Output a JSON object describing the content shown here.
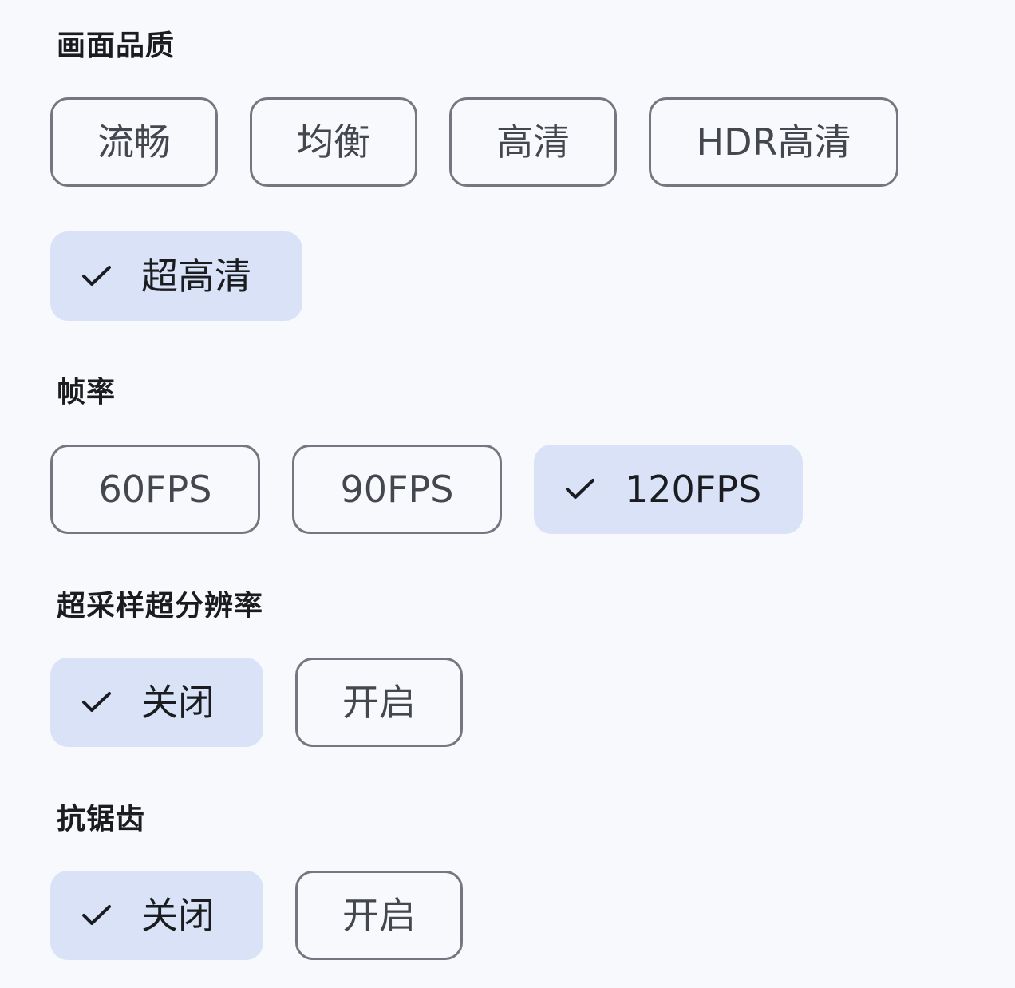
{
  "sections": [
    {
      "title": "画面品质",
      "options": [
        {
          "label": "流畅",
          "selected": false
        },
        {
          "label": "均衡",
          "selected": false
        },
        {
          "label": "高清",
          "selected": false
        },
        {
          "label": "HDR高清",
          "selected": false
        },
        {
          "label": "超高清",
          "selected": true
        }
      ]
    },
    {
      "title": "帧率",
      "options": [
        {
          "label": "60FPS",
          "selected": false
        },
        {
          "label": "90FPS",
          "selected": false
        },
        {
          "label": "120FPS",
          "selected": true
        }
      ]
    },
    {
      "title": "超采样超分辨率",
      "options": [
        {
          "label": "关闭",
          "selected": true
        },
        {
          "label": "开启",
          "selected": false
        }
      ]
    },
    {
      "title": "抗锯齿",
      "options": [
        {
          "label": "关闭",
          "selected": true
        },
        {
          "label": "开启",
          "selected": false
        }
      ]
    }
  ],
  "icons": {
    "selected_marker": "check-icon"
  },
  "colors": {
    "background": "#f7f9fc",
    "chip_border": "#74777f",
    "chip_selected_bg": "#d9e2f7",
    "text": "#1d1f24"
  }
}
